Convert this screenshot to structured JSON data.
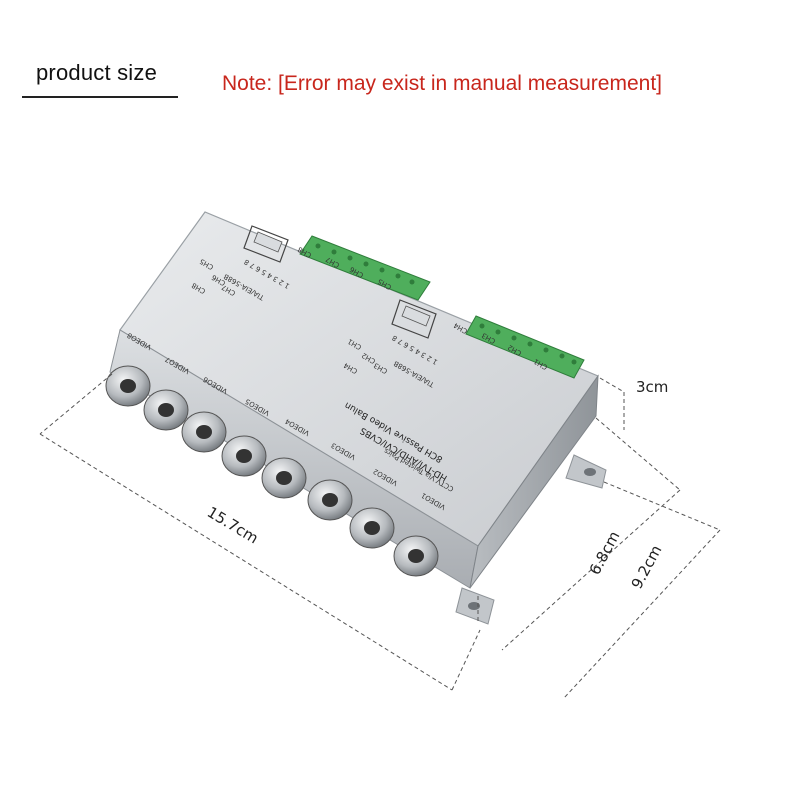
{
  "header": {
    "title": "product size",
    "note": "Note: [Error may exist in manual measurement]"
  },
  "dimensions": {
    "length": "15.7cm",
    "width": "6.8cm",
    "width_with_tabs": "9.2cm",
    "height": "3cm"
  },
  "device": {
    "model": "8CH Passive Video Balun",
    "formats": "HD-TVI/AHD/CVI/CVBS",
    "transmission": "CCTV Via Twisted Pairs",
    "rj45_standard": "TIA/EIA-568B",
    "video_ports": [
      "VIDEO1",
      "VIDEO2",
      "VIDEO3",
      "VIDEO4",
      "VIDEO5",
      "VIDEO6",
      "VIDEO7",
      "VIDEO8"
    ],
    "terminal_channels": [
      "CH1",
      "CH2",
      "CH3",
      "CH4",
      "CH5",
      "CH6",
      "CH7",
      "CH8"
    ],
    "rj45_channels_a": [
      "CH1",
      "CH2",
      "CH3",
      "CH4"
    ],
    "rj45_channels_b": [
      "CH5",
      "CH6",
      "CH7",
      "CH8"
    ],
    "pin_numbers": "1 2 3 4 5 6 7 8"
  },
  "colors": {
    "note_red": "#c8261c",
    "housing_silver": "#d4d6d8",
    "terminal_green": "#4fae5c"
  }
}
